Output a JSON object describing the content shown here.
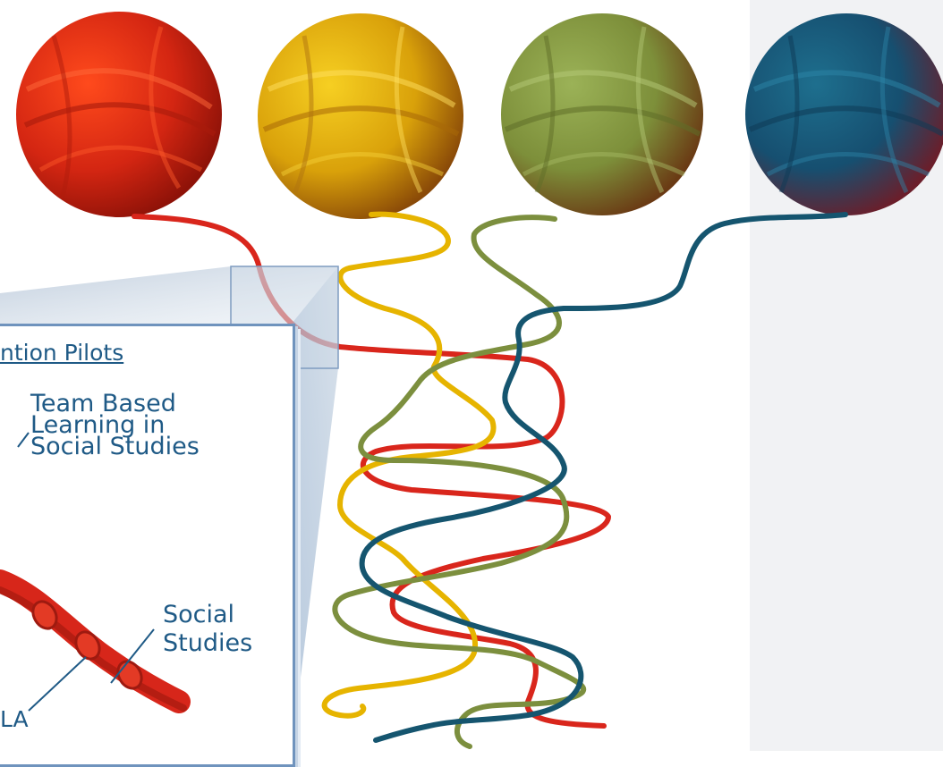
{
  "callout": {
    "title": "ntion Pilots",
    "team_label_lines": [
      "Team Based",
      "Learning in",
      "Social Studies"
    ],
    "social_label_lines": [
      "Social",
      "Studies"
    ],
    "ela_label": "LA"
  },
  "colors": {
    "red": "#d9261c",
    "yellow": "#e8b800",
    "green": "#7a8f3e",
    "blue": "#15556f",
    "label": "#1f5a86",
    "frame": "#6f93bd"
  },
  "yarn_balls": [
    "red-yarn-ball",
    "yellow-yarn-ball",
    "green-yarn-ball",
    "blue-yarn-ball"
  ]
}
